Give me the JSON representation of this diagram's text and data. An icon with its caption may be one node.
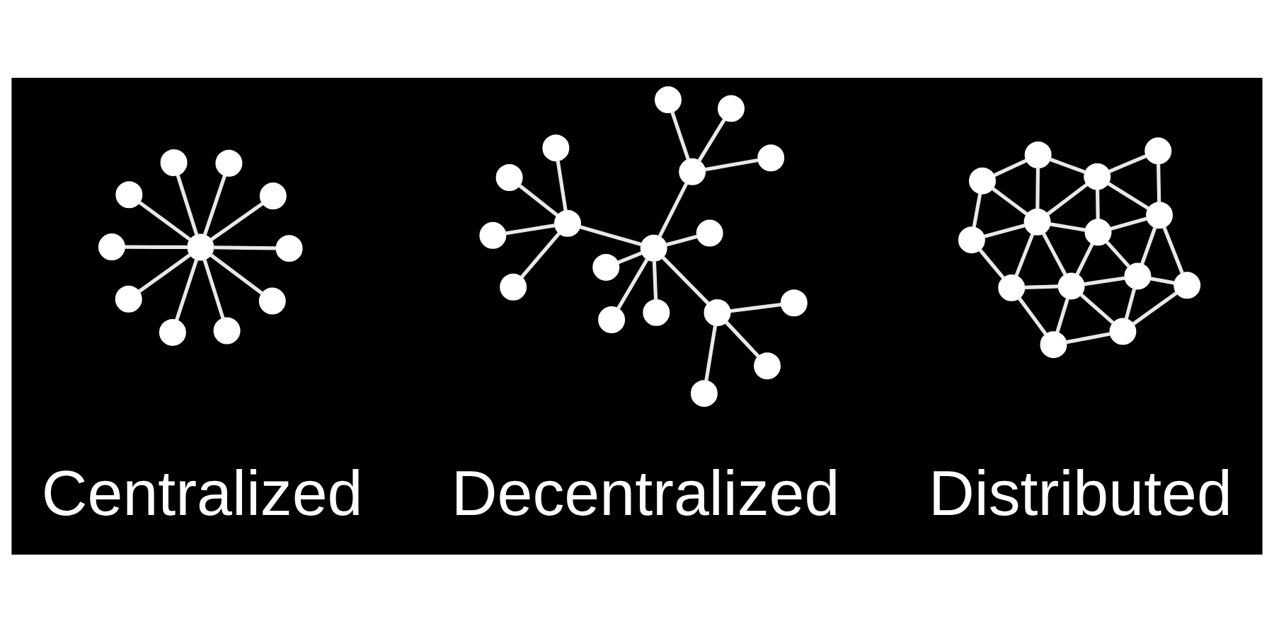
{
  "diagram": {
    "nodes": [
      {
        "text": [],
        "shape": "circle"
      },
      {
        "text": [],
        "shape": "circle"
      },
      {
        "text": [],
        "shape": "circle"
      },
      {
        "text": [],
        "shape": "circle"
      },
      {
        "text": [],
        "shape": "circle"
      },
      {
        "text": [],
        "shape": "circle"
      },
      {
        "text": [],
        "shape": "circle"
      },
      {
        "text": [],
        "shape": "circle"
      },
      {
        "text": [],
        "shape": "circle"
      },
      {
        "text": [],
        "shape": "circle"
      },
      {
        "text": [],
        "shape": "circle"
      },
      {
        "text": [],
        "shape": "circle"
      },
      {
        "text": [],
        "shape": "circle"
      },
      {
        "text": [],
        "shape": "circle"
      },
      {
        "text": [],
        "shape": "circle"
      },
      {
        "text": [],
        "shape": "circle"
      },
      {
        "text": [],
        "shape": "circle"
      },
      {
        "text": [],
        "shape": "circle"
      },
      {
        "text": [],
        "shape": "circle"
      },
      {
        "text": [],
        "shape": "circle"
      },
      {
        "text": [],
        "shape": "circle"
      },
      {
        "text": [],
        "shape": "circle"
      },
      {
        "text": [],
        "shape": "circle"
      },
      {
        "text": [],
        "shape": "circle"
      },
      {
        "text": [],
        "shape": "circle"
      },
      {
        "text": [],
        "shape": "circle"
      },
      {
        "text": [],
        "shape": "circle"
      },
      {
        "text": [],
        "shape": "circle"
      },
      {
        "text": [],
        "shape": "circle"
      },
      {
        "text": [],
        "shape": "circle"
      },
      {
        "text": [],
        "shape": "circle"
      },
      {
        "text": [],
        "shape": "circle"
      },
      {
        "text": [],
        "shape": "circle"
      },
      {
        "text": [],
        "shape": "circle"
      },
      {
        "text": [],
        "shape": "circle"
      },
      {
        "text": [],
        "shape": "circle"
      },
      {
        "text": [],
        "shape": "circle"
      },
      {
        "text": [],
        "shape": "circle"
      },
      {
        "text": [],
        "shape": "circle"
      },
      {
        "text": [],
        "shape": "circle"
      },
      {
        "text": [],
        "shape": "circle"
      },
      {
        "text": [],
        "shape": "circle"
      },
      {
        "text": [],
        "shape": "circle"
      }
    ],
    "edges": [
      {
        "from": 0,
        "to": 1,
        "arrow": "none"
      },
      {
        "from": 0,
        "to": 2,
        "arrow": "none"
      },
      {
        "from": 0,
        "to": 3,
        "arrow": "none"
      },
      {
        "from": 0,
        "to": 4,
        "arrow": "none"
      },
      {
        "from": 0,
        "to": 5,
        "arrow": "none"
      },
      {
        "from": 0,
        "to": 6,
        "arrow": "none"
      },
      {
        "from": 0,
        "to": 7,
        "arrow": "none"
      },
      {
        "from": 0,
        "to": 8,
        "arrow": "none"
      },
      {
        "from": 0,
        "to": 9,
        "arrow": "none"
      },
      {
        "from": 0,
        "to": 10,
        "arrow": "none"
      },
      {
        "from": 11,
        "to": 12,
        "arrow": "none"
      },
      {
        "from": 12,
        "to": 13,
        "arrow": "none"
      },
      {
        "from": 12,
        "to": 14,
        "arrow": "none"
      },
      {
        "from": 12,
        "to": 15,
        "arrow": "none"
      },
      {
        "from": 12,
        "to": 16,
        "arrow": "none"
      },
      {
        "from": 11,
        "to": 17,
        "arrow": "none"
      },
      {
        "from": 11,
        "to": 18,
        "arrow": "none"
      },
      {
        "from": 11,
        "to": 19,
        "arrow": "none"
      },
      {
        "from": 11,
        "to": 20,
        "arrow": "none"
      },
      {
        "from": 11,
        "to": 21,
        "arrow": "none"
      },
      {
        "from": 21,
        "to": 22,
        "arrow": "none"
      },
      {
        "from": 21,
        "to": 23,
        "arrow": "none"
      },
      {
        "from": 21,
        "to": 24,
        "arrow": "none"
      },
      {
        "from": 11,
        "to": 25,
        "arrow": "none"
      },
      {
        "from": 25,
        "to": 26,
        "arrow": "none"
      },
      {
        "from": 25,
        "to": 27,
        "arrow": "none"
      },
      {
        "from": 25,
        "to": 28,
        "arrow": "none"
      },
      {
        "from": 29,
        "to": 30,
        "arrow": "none"
      },
      {
        "from": 30,
        "to": 31,
        "arrow": "none"
      },
      {
        "from": 29,
        "to": 32,
        "arrow": "none"
      },
      {
        "from": 29,
        "to": 33,
        "arrow": "none"
      },
      {
        "from": 30,
        "to": 33,
        "arrow": "none"
      },
      {
        "from": 31,
        "to": 33,
        "arrow": "none"
      },
      {
        "from": 31,
        "to": 34,
        "arrow": "none"
      },
      {
        "from": 31,
        "to": 35,
        "arrow": "none"
      },
      {
        "from": 32,
        "to": 33,
        "arrow": "none"
      },
      {
        "from": 32,
        "to": 36,
        "arrow": "none"
      },
      {
        "from": 33,
        "to": 34,
        "arrow": "none"
      },
      {
        "from": 33,
        "to": 36,
        "arrow": "none"
      },
      {
        "from": 33,
        "to": 37,
        "arrow": "none"
      },
      {
        "from": 34,
        "to": 35,
        "arrow": "none"
      },
      {
        "from": 34,
        "to": 37,
        "arrow": "none"
      },
      {
        "from": 34,
        "to": 38,
        "arrow": "none"
      },
      {
        "from": 34,
        "to": 39,
        "arrow": "none"
      },
      {
        "from": 35,
        "to": 39,
        "arrow": "none"
      },
      {
        "from": 36,
        "to": 37,
        "arrow": "none"
      },
      {
        "from": 37,
        "to": 38,
        "arrow": "none"
      },
      {
        "from": 36,
        "to": 40,
        "arrow": "none"
      },
      {
        "from": 36,
        "to": 41,
        "arrow": "none"
      },
      {
        "from": 37,
        "to": 41,
        "arrow": "none"
      },
      {
        "from": 38,
        "to": 41,
        "arrow": "none"
      },
      {
        "from": 38,
        "to": 39,
        "arrow": "none"
      },
      {
        "from": 38,
        "to": 42,
        "arrow": "none"
      },
      {
        "from": 39,
        "to": 42,
        "arrow": "none"
      },
      {
        "from": 40,
        "to": 41,
        "arrow": "none"
      },
      {
        "from": 41,
        "to": 42,
        "arrow": "none"
      }
    ],
    "labels": [
      "Centralized",
      "Decentralized",
      "Distributed"
    ]
  }
}
